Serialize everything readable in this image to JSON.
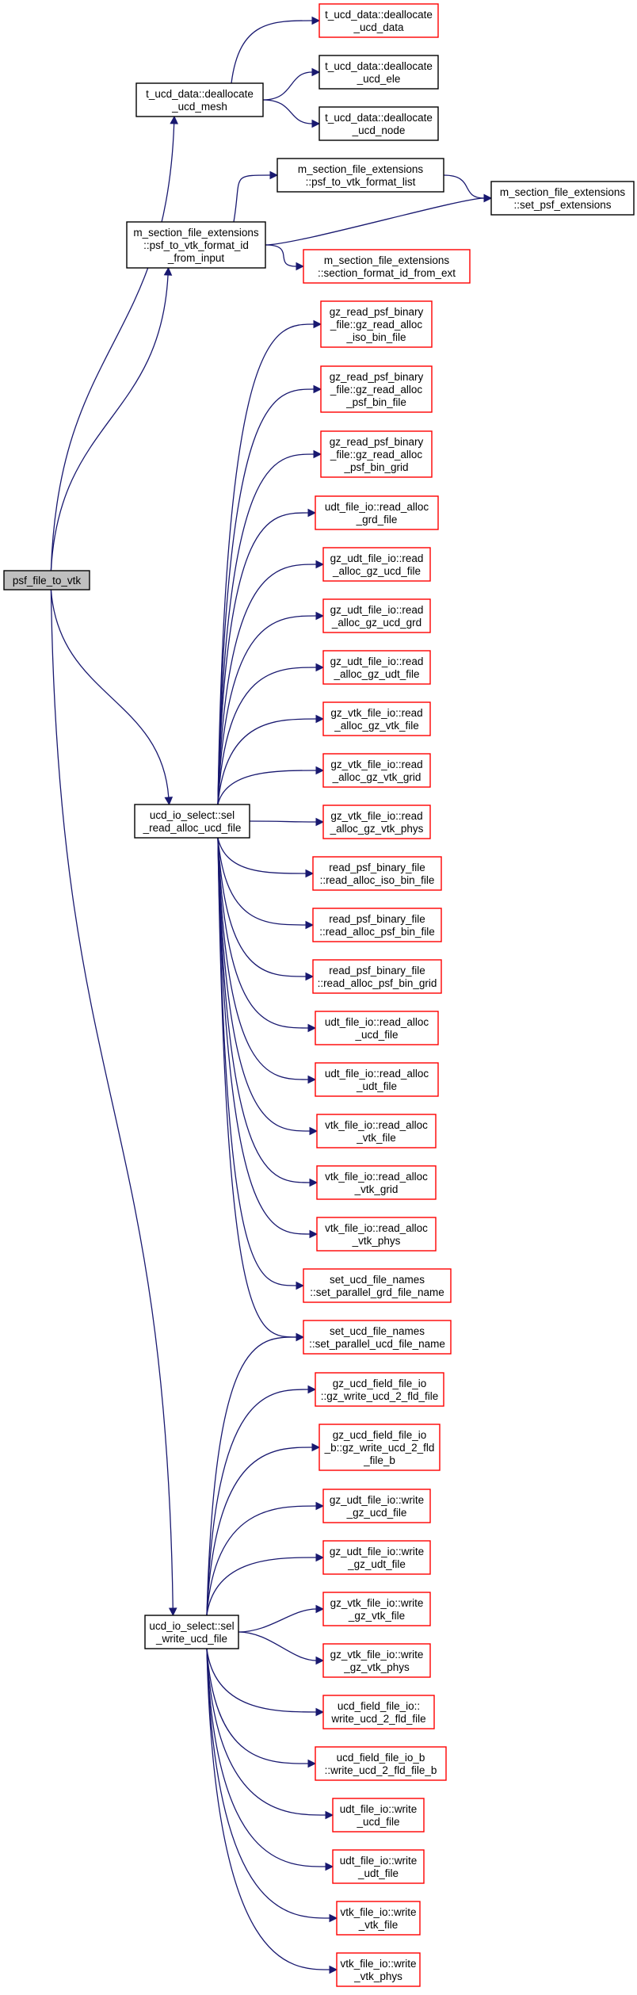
{
  "colors": {
    "edge": "#191970",
    "current_fill": "#bfbfbf",
    "current_stroke": "#000000",
    "solid_stroke": "#000000",
    "broken_stroke": "#ff0000",
    "node_fill": "#ffffff"
  },
  "nodes": [
    {
      "id": "psf_file_to_vtk",
      "lines": [
        "psf_file_to_vtk"
      ],
      "style": "current"
    },
    {
      "id": "dealloc_ucd_mesh",
      "lines": [
        "t_ucd_data::deallocate",
        "_ucd_mesh"
      ],
      "style": "solid"
    },
    {
      "id": "dealloc_ucd_data",
      "lines": [
        "t_ucd_data::deallocate",
        "_ucd_data"
      ],
      "style": "broken"
    },
    {
      "id": "dealloc_ucd_ele",
      "lines": [
        "t_ucd_data::deallocate",
        "_ucd_ele"
      ],
      "style": "solid"
    },
    {
      "id": "dealloc_ucd_node",
      "lines": [
        "t_ucd_data::deallocate",
        "_ucd_node"
      ],
      "style": "solid"
    },
    {
      "id": "psf_to_vtk_format_id",
      "lines": [
        "m_section_file_extensions",
        "::psf_to_vtk_format_id",
        "_from_input"
      ],
      "style": "solid"
    },
    {
      "id": "psf_to_vtk_format_list",
      "lines": [
        "m_section_file_extensions",
        "::psf_to_vtk_format_list"
      ],
      "style": "solid"
    },
    {
      "id": "set_psf_extensions",
      "lines": [
        "m_section_file_extensions",
        "::set_psf_extensions"
      ],
      "style": "solid"
    },
    {
      "id": "section_format_id_from_ext",
      "lines": [
        "m_section_file_extensions",
        "::section_format_id_from_ext"
      ],
      "style": "broken"
    },
    {
      "id": "sel_read_alloc_ucd_file",
      "lines": [
        "ucd_io_select::sel",
        "_read_alloc_ucd_file"
      ],
      "style": "solid"
    },
    {
      "id": "gz_read_alloc_iso_bin_file",
      "lines": [
        "gz_read_psf_binary",
        "_file::gz_read_alloc",
        "_iso_bin_file"
      ],
      "style": "broken"
    },
    {
      "id": "gz_read_alloc_psf_bin_file",
      "lines": [
        "gz_read_psf_binary",
        "_file::gz_read_alloc",
        "_psf_bin_file"
      ],
      "style": "broken"
    },
    {
      "id": "gz_read_alloc_psf_bin_grid",
      "lines": [
        "gz_read_psf_binary",
        "_file::gz_read_alloc",
        "_psf_bin_grid"
      ],
      "style": "broken"
    },
    {
      "id": "udt_read_alloc_grd_file",
      "lines": [
        "udt_file_io::read_alloc",
        "_grd_file"
      ],
      "style": "broken"
    },
    {
      "id": "gz_udt_read_alloc_gz_ucd_file",
      "lines": [
        "gz_udt_file_io::read",
        "_alloc_gz_ucd_file"
      ],
      "style": "broken"
    },
    {
      "id": "gz_udt_read_alloc_gz_ucd_grd",
      "lines": [
        "gz_udt_file_io::read",
        "_alloc_gz_ucd_grd"
      ],
      "style": "broken"
    },
    {
      "id": "gz_udt_read_alloc_gz_udt_file",
      "lines": [
        "gz_udt_file_io::read",
        "_alloc_gz_udt_file"
      ],
      "style": "broken"
    },
    {
      "id": "gz_vtk_read_alloc_gz_vtk_file",
      "lines": [
        "gz_vtk_file_io::read",
        "_alloc_gz_vtk_file"
      ],
      "style": "broken"
    },
    {
      "id": "gz_vtk_read_alloc_gz_vtk_grid",
      "lines": [
        "gz_vtk_file_io::read",
        "_alloc_gz_vtk_grid"
      ],
      "style": "broken"
    },
    {
      "id": "gz_vtk_read_alloc_gz_vtk_phys",
      "lines": [
        "gz_vtk_file_io::read",
        "_alloc_gz_vtk_phys"
      ],
      "style": "broken"
    },
    {
      "id": "read_alloc_iso_bin_file",
      "lines": [
        "read_psf_binary_file",
        "::read_alloc_iso_bin_file"
      ],
      "style": "broken"
    },
    {
      "id": "read_alloc_psf_bin_file",
      "lines": [
        "read_psf_binary_file",
        "::read_alloc_psf_bin_file"
      ],
      "style": "broken"
    },
    {
      "id": "read_alloc_psf_bin_grid",
      "lines": [
        "read_psf_binary_file",
        "::read_alloc_psf_bin_grid"
      ],
      "style": "broken"
    },
    {
      "id": "udt_read_alloc_ucd_file",
      "lines": [
        "udt_file_io::read_alloc",
        "_ucd_file"
      ],
      "style": "broken"
    },
    {
      "id": "udt_read_alloc_udt_file",
      "lines": [
        "udt_file_io::read_alloc",
        "_udt_file"
      ],
      "style": "broken"
    },
    {
      "id": "vtk_read_alloc_vtk_file",
      "lines": [
        "vtk_file_io::read_alloc",
        "_vtk_file"
      ],
      "style": "broken"
    },
    {
      "id": "vtk_read_alloc_vtk_grid",
      "lines": [
        "vtk_file_io::read_alloc",
        "_vtk_grid"
      ],
      "style": "broken"
    },
    {
      "id": "vtk_read_alloc_vtk_phys",
      "lines": [
        "vtk_file_io::read_alloc",
        "_vtk_phys"
      ],
      "style": "broken"
    },
    {
      "id": "set_parallel_grd_file_name",
      "lines": [
        "set_ucd_file_names",
        "::set_parallel_grd_file_name"
      ],
      "style": "broken"
    },
    {
      "id": "set_parallel_ucd_file_name",
      "lines": [
        "set_ucd_file_names",
        "::set_parallel_ucd_file_name"
      ],
      "style": "broken"
    },
    {
      "id": "gz_write_ucd_2_fld_file",
      "lines": [
        "gz_ucd_field_file_io",
        "::gz_write_ucd_2_fld_file"
      ],
      "style": "broken"
    },
    {
      "id": "gz_write_ucd_2_fld_file_b",
      "lines": [
        "gz_ucd_field_file_io",
        "_b::gz_write_ucd_2_fld",
        "_file_b"
      ],
      "style": "broken"
    },
    {
      "id": "gz_udt_write_gz_ucd_file",
      "lines": [
        "gz_udt_file_io::write",
        "_gz_ucd_file"
      ],
      "style": "broken"
    },
    {
      "id": "gz_udt_write_gz_udt_file",
      "lines": [
        "gz_udt_file_io::write",
        "_gz_udt_file"
      ],
      "style": "broken"
    },
    {
      "id": "gz_vtk_write_gz_vtk_file",
      "lines": [
        "gz_vtk_file_io::write",
        "_gz_vtk_file"
      ],
      "style": "broken"
    },
    {
      "id": "gz_vtk_write_gz_vtk_phys",
      "lines": [
        "gz_vtk_file_io::write",
        "_gz_vtk_phys"
      ],
      "style": "broken"
    },
    {
      "id": "sel_write_ucd_file",
      "lines": [
        "ucd_io_select::sel",
        "_write_ucd_file"
      ],
      "style": "solid"
    },
    {
      "id": "write_ucd_2_fld_file",
      "lines": [
        "ucd_field_file_io::",
        "write_ucd_2_fld_file"
      ],
      "style": "broken"
    },
    {
      "id": "write_ucd_2_fld_file_b",
      "lines": [
        "ucd_field_file_io_b",
        "::write_ucd_2_fld_file_b"
      ],
      "style": "broken"
    },
    {
      "id": "udt_write_ucd_file",
      "lines": [
        "udt_file_io::write",
        "_ucd_file"
      ],
      "style": "broken"
    },
    {
      "id": "udt_write_udt_file",
      "lines": [
        "udt_file_io::write",
        "_udt_file"
      ],
      "style": "broken"
    },
    {
      "id": "vtk_write_vtk_file",
      "lines": [
        "vtk_file_io::write",
        "_vtk_file"
      ],
      "style": "broken"
    },
    {
      "id": "vtk_write_vtk_phys",
      "lines": [
        "vtk_file_io::write",
        "_vtk_phys"
      ],
      "style": "broken"
    }
  ],
  "edges": [
    [
      "psf_file_to_vtk",
      "dealloc_ucd_mesh"
    ],
    [
      "psf_file_to_vtk",
      "psf_to_vtk_format_id"
    ],
    [
      "psf_file_to_vtk",
      "sel_read_alloc_ucd_file"
    ],
    [
      "psf_file_to_vtk",
      "sel_write_ucd_file"
    ],
    [
      "dealloc_ucd_mesh",
      "dealloc_ucd_data"
    ],
    [
      "dealloc_ucd_mesh",
      "dealloc_ucd_ele"
    ],
    [
      "dealloc_ucd_mesh",
      "dealloc_ucd_node"
    ],
    [
      "psf_to_vtk_format_id",
      "psf_to_vtk_format_list"
    ],
    [
      "psf_to_vtk_format_id",
      "set_psf_extensions"
    ],
    [
      "psf_to_vtk_format_id",
      "section_format_id_from_ext"
    ],
    [
      "psf_to_vtk_format_list",
      "set_psf_extensions"
    ],
    [
      "sel_read_alloc_ucd_file",
      "gz_read_alloc_iso_bin_file"
    ],
    [
      "sel_read_alloc_ucd_file",
      "gz_read_alloc_psf_bin_file"
    ],
    [
      "sel_read_alloc_ucd_file",
      "gz_read_alloc_psf_bin_grid"
    ],
    [
      "sel_read_alloc_ucd_file",
      "udt_read_alloc_grd_file"
    ],
    [
      "sel_read_alloc_ucd_file",
      "gz_udt_read_alloc_gz_ucd_file"
    ],
    [
      "sel_read_alloc_ucd_file",
      "gz_udt_read_alloc_gz_ucd_grd"
    ],
    [
      "sel_read_alloc_ucd_file",
      "gz_udt_read_alloc_gz_udt_file"
    ],
    [
      "sel_read_alloc_ucd_file",
      "gz_vtk_read_alloc_gz_vtk_file"
    ],
    [
      "sel_read_alloc_ucd_file",
      "gz_vtk_read_alloc_gz_vtk_grid"
    ],
    [
      "sel_read_alloc_ucd_file",
      "gz_vtk_read_alloc_gz_vtk_phys"
    ],
    [
      "sel_read_alloc_ucd_file",
      "read_alloc_iso_bin_file"
    ],
    [
      "sel_read_alloc_ucd_file",
      "read_alloc_psf_bin_file"
    ],
    [
      "sel_read_alloc_ucd_file",
      "read_alloc_psf_bin_grid"
    ],
    [
      "sel_read_alloc_ucd_file",
      "udt_read_alloc_ucd_file"
    ],
    [
      "sel_read_alloc_ucd_file",
      "udt_read_alloc_udt_file"
    ],
    [
      "sel_read_alloc_ucd_file",
      "vtk_read_alloc_vtk_file"
    ],
    [
      "sel_read_alloc_ucd_file",
      "vtk_read_alloc_vtk_grid"
    ],
    [
      "sel_read_alloc_ucd_file",
      "vtk_read_alloc_vtk_phys"
    ],
    [
      "sel_read_alloc_ucd_file",
      "set_parallel_grd_file_name"
    ],
    [
      "sel_read_alloc_ucd_file",
      "set_parallel_ucd_file_name"
    ],
    [
      "sel_write_ucd_file",
      "set_parallel_ucd_file_name"
    ],
    [
      "sel_write_ucd_file",
      "gz_write_ucd_2_fld_file"
    ],
    [
      "sel_write_ucd_file",
      "gz_write_ucd_2_fld_file_b"
    ],
    [
      "sel_write_ucd_file",
      "gz_udt_write_gz_ucd_file"
    ],
    [
      "sel_write_ucd_file",
      "gz_udt_write_gz_udt_file"
    ],
    [
      "sel_write_ucd_file",
      "gz_vtk_write_gz_vtk_file"
    ],
    [
      "sel_write_ucd_file",
      "gz_vtk_write_gz_vtk_phys"
    ],
    [
      "sel_write_ucd_file",
      "write_ucd_2_fld_file"
    ],
    [
      "sel_write_ucd_file",
      "write_ucd_2_fld_file_b"
    ],
    [
      "sel_write_ucd_file",
      "udt_write_ucd_file"
    ],
    [
      "sel_write_ucd_file",
      "udt_write_udt_file"
    ],
    [
      "sel_write_ucd_file",
      "vtk_write_vtk_file"
    ],
    [
      "sel_write_ucd_file",
      "vtk_write_vtk_phys"
    ]
  ]
}
